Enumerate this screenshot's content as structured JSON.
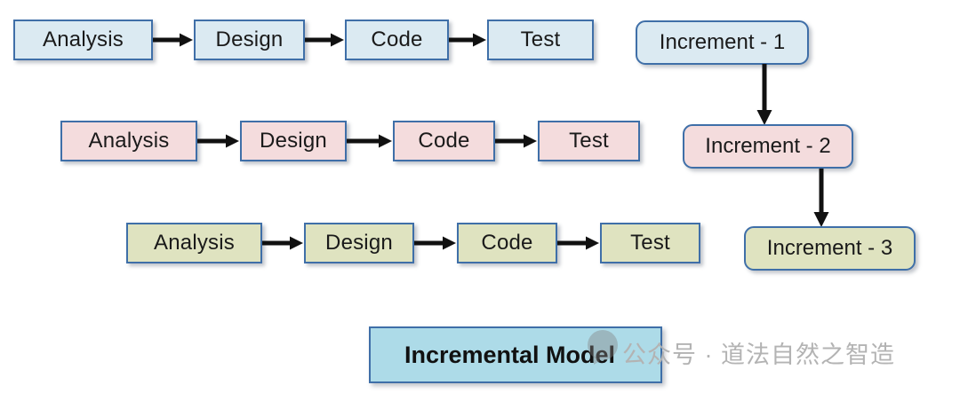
{
  "diagram": {
    "title": "Incremental Model",
    "phase_label_analysis": "Analysis",
    "phase_label_design": "Design",
    "phase_label_code": "Code",
    "phase_label_test": "Test",
    "rows": [
      {
        "name": "increment-1-row",
        "color": "#dbeaf2",
        "border": "#3f6fa8",
        "phases": [
          "Analysis",
          "Design",
          "Code",
          "Test"
        ]
      },
      {
        "name": "increment-2-row",
        "color": "#f4dcdd",
        "border": "#3f6fa8",
        "phases": [
          "Analysis",
          "Design",
          "Code",
          "Test"
        ]
      },
      {
        "name": "increment-3-row",
        "color": "#dfe3c0",
        "border": "#3f6fa8",
        "phases": [
          "Analysis",
          "Design",
          "Code",
          "Test"
        ]
      }
    ],
    "increments": [
      {
        "label": "Increment - 1",
        "color": "#dbeaf2"
      },
      {
        "label": "Increment - 2",
        "color": "#f4dcdd"
      },
      {
        "label": "Increment - 3",
        "color": "#dfe3c0"
      }
    ],
    "arrow_color": "#111111"
  },
  "watermark": {
    "text": "公众号 · 道法自然之智造",
    "color": "#b3b3b3",
    "badge_icon": "chat-bubble-icon"
  }
}
